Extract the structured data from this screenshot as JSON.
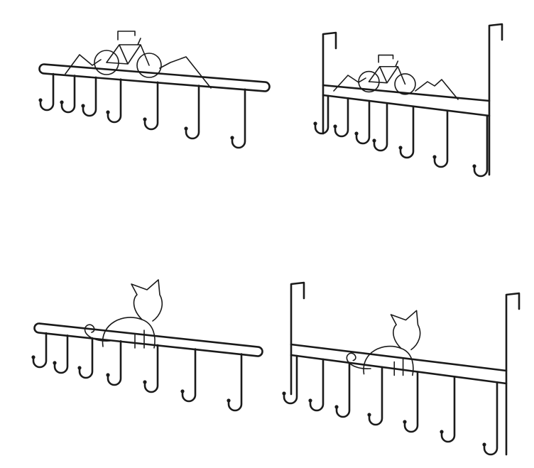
{
  "colors": {
    "background": "#ffffff",
    "metal": "#1a1a1a"
  },
  "products": [
    {
      "motif": "bicycle-mountains",
      "door_hooks": false,
      "hook_count": 7
    },
    {
      "motif": "bicycle-mountains",
      "door_hooks": true,
      "hook_count": 7
    },
    {
      "motif": "cat",
      "door_hooks": false,
      "hook_count": 7
    },
    {
      "motif": "cat",
      "door_hooks": true,
      "hook_count": 7
    }
  ]
}
